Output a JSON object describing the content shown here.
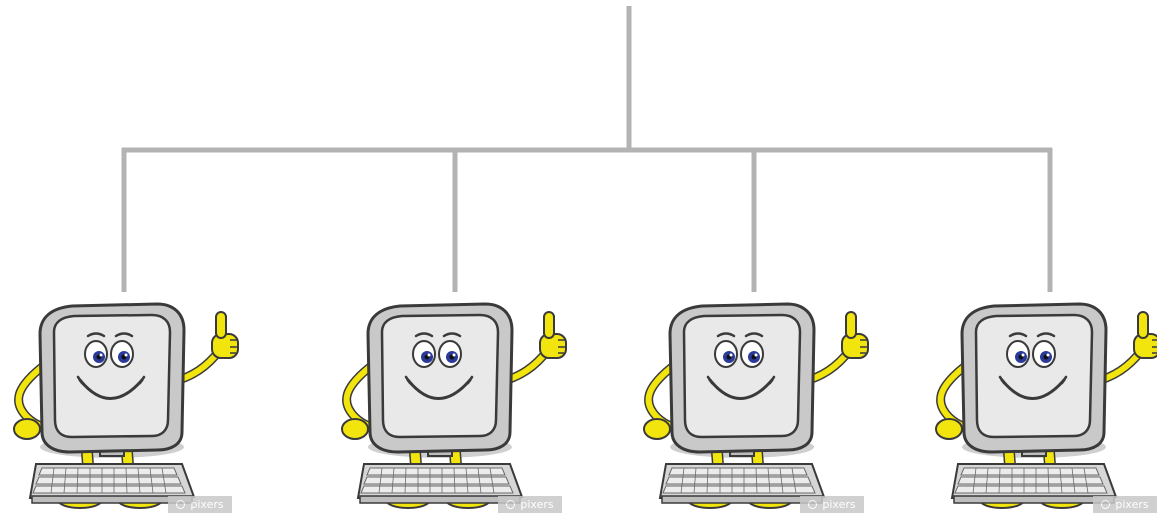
{
  "colors": {
    "connector": "#b3b3b3",
    "monitor_body": "#c9c9c9",
    "monitor_outline": "#3a3a3a",
    "screen": "#e9e9e9",
    "eye_iris": "#2a3a9a",
    "limb": "#f2e40d",
    "keyboard": "#d6d6d6",
    "shadow": "#cfcfcf",
    "watermark_bg": "#c8c8c8"
  },
  "characters": [
    {
      "watermark": "pixers"
    },
    {
      "watermark": "pixers"
    },
    {
      "watermark": "pixers"
    },
    {
      "watermark": "pixers"
    }
  ]
}
